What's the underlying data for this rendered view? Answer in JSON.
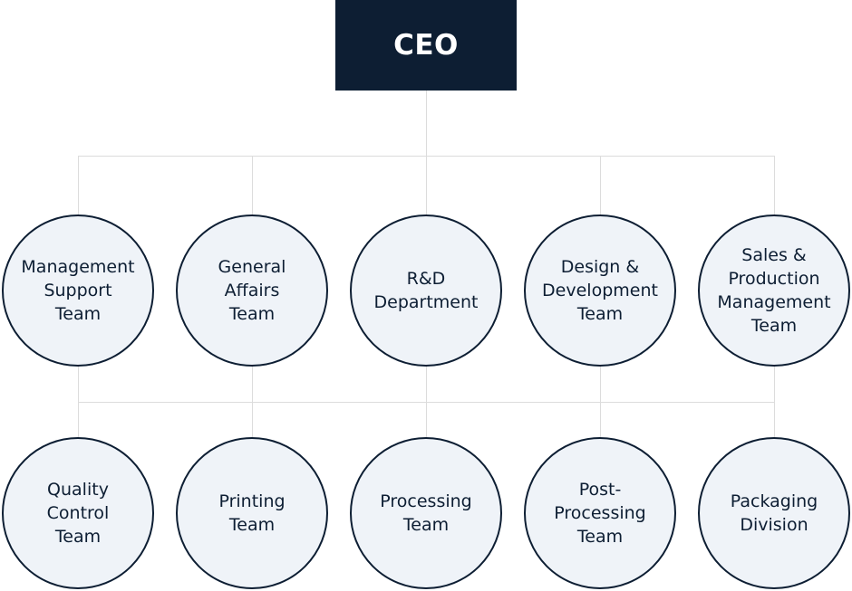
{
  "diagram": {
    "root": {
      "label": "CEO"
    },
    "row1": [
      {
        "lines": [
          "Management",
          "Support",
          "Team"
        ]
      },
      {
        "lines": [
          "General",
          "Affairs",
          "Team"
        ]
      },
      {
        "lines": [
          "R&D",
          "Department"
        ]
      },
      {
        "lines": [
          "Design &",
          "Development",
          "Team"
        ]
      },
      {
        "lines": [
          "Sales &",
          "Production",
          "Management",
          "Team"
        ]
      }
    ],
    "row2": [
      {
        "lines": [
          "Quality",
          "Control",
          "Team"
        ]
      },
      {
        "lines": [
          "Printing",
          "Team"
        ]
      },
      {
        "lines": [
          "Processing",
          "Team"
        ]
      },
      {
        "lines": [
          "Post-",
          "Processing",
          "Team"
        ]
      },
      {
        "lines": [
          "Packaging",
          "Division"
        ]
      }
    ]
  }
}
